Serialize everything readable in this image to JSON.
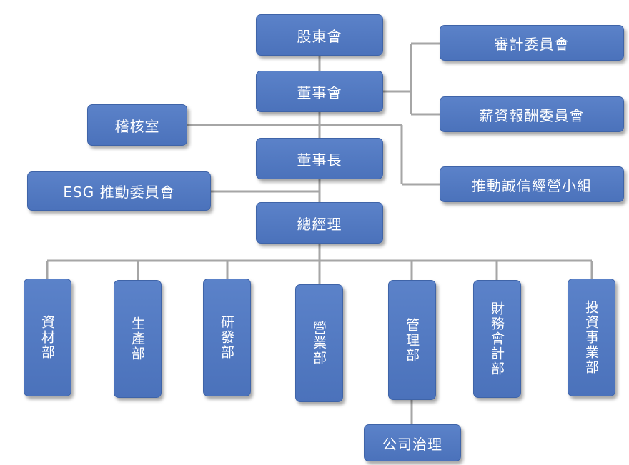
{
  "units": {
    "shareholders": "股東會",
    "board": "董事會",
    "audit_committee": "審計委員會",
    "remuneration_committee": "薪資報酬委員會",
    "internal_audit": "稽核室",
    "chairman": "董事長",
    "integrity_group": "推動誠信經營小組",
    "esg_committee": "ESG 推動委員會",
    "general_manager": "總經理",
    "materials": "資材部",
    "production": "生產部",
    "rd": "研發部",
    "sales": "營業部",
    "management": "管理部",
    "finance": "財務會計部",
    "investment": "投資事業部",
    "governance": "公司治理"
  },
  "colors": {
    "box_fill": "#4f78c0",
    "box_border": "#3f64a8",
    "connector": "#a6a6a6",
    "text": "#ffffff"
  }
}
